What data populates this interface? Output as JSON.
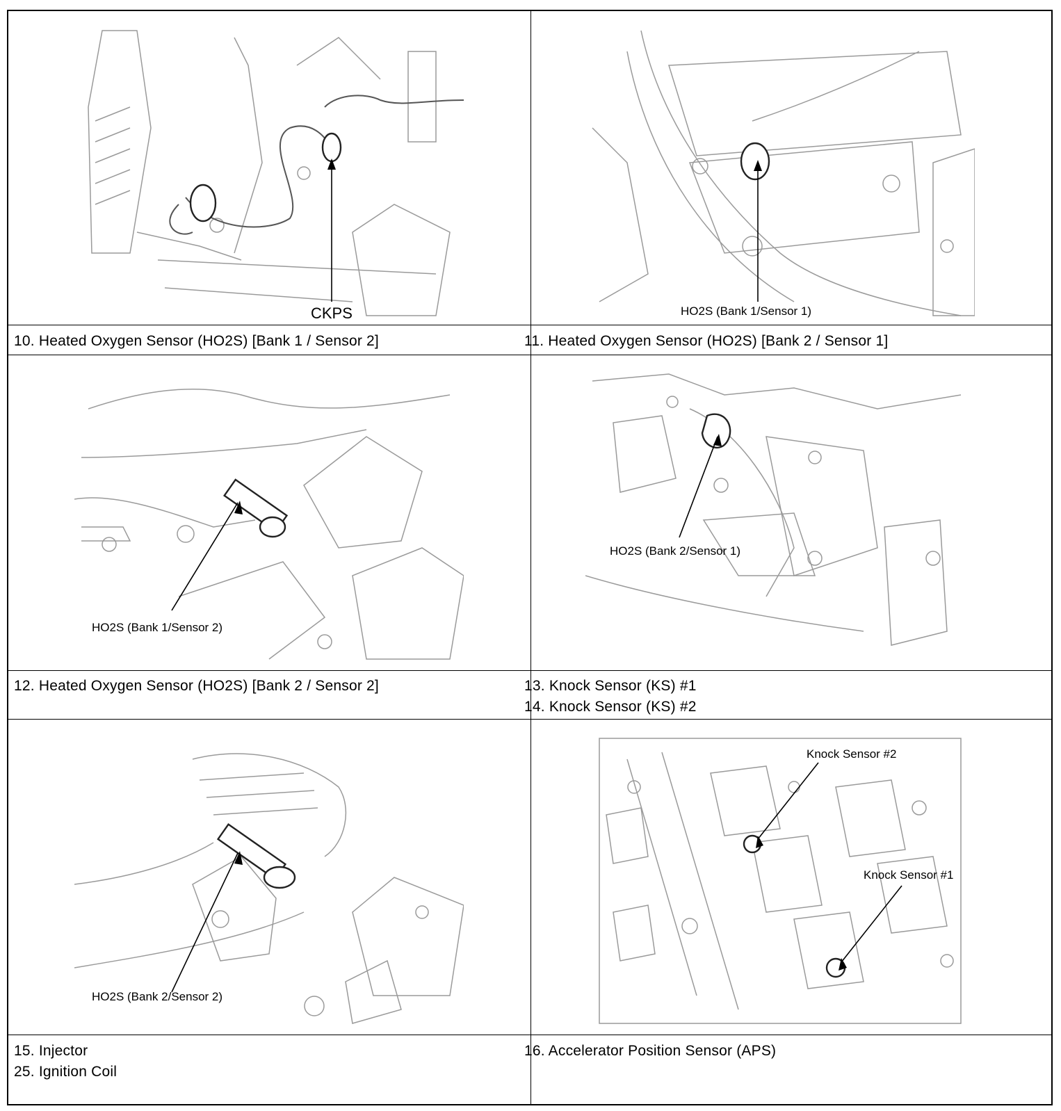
{
  "cells": [
    {
      "callouts": [
        "CKPS"
      ],
      "caption": [
        "10. Heated Oxygen Sensor (HO2S) [Bank 1 / Sensor 2]"
      ]
    },
    {
      "callouts": [
        "HO2S (Bank 1/Sensor 1)"
      ],
      "caption": [
        "11. Heated Oxygen Sensor (HO2S) [Bank 2 / Sensor 1]"
      ]
    },
    {
      "callouts": [
        "HO2S (Bank 1/Sensor 2)"
      ],
      "caption": [
        "12. Heated Oxygen Sensor (HO2S) [Bank 2 / Sensor 2]"
      ]
    },
    {
      "callouts": [
        "HO2S (Bank 2/Sensor 1)"
      ],
      "caption": [
        "13. Knock Sensor (KS) #1",
        "14. Knock Sensor (KS) #2"
      ]
    },
    {
      "callouts": [
        "HO2S (Bank 2/Sensor 2)"
      ],
      "caption": [
        "15. Injector",
        "25. Ignition Coil"
      ]
    },
    {
      "callouts": [
        "Knock Sensor #2",
        "Knock Sensor #1"
      ],
      "caption": [
        "16. Accelerator Position Sensor (APS)"
      ]
    }
  ]
}
